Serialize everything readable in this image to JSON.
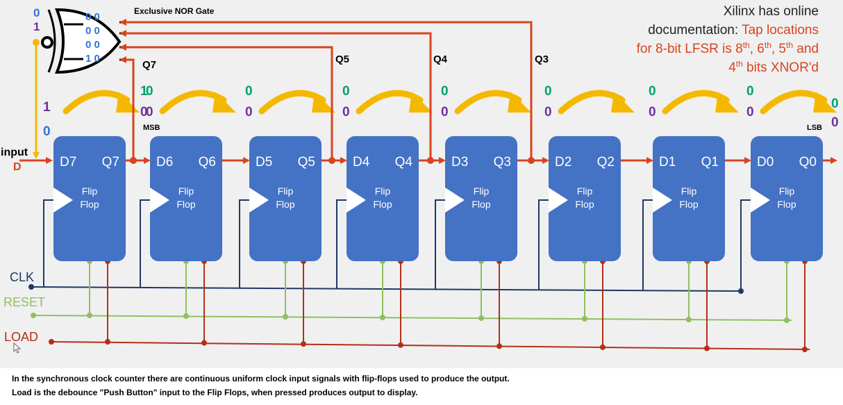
{
  "gate_title": "Exclusive NOR Gate",
  "gate_input_a": "0",
  "gate_input_b": "1",
  "gate_output_label": "Q7",
  "truth_rows": [
    "0 0",
    "0 0",
    "0 0",
    "1 0"
  ],
  "note": {
    "line1": "Xilinx has online",
    "line2_plain": "documentation:",
    "line2_accent": "Tap locations",
    "line3_pre": "for 8-bit LFSR is 8",
    "line3_sup1": "th",
    "line3_mid1": ", 6",
    "line3_sup2": "th",
    "line3_mid2": ", 5",
    "line3_sup3": "th",
    "line3_post": " and",
    "line4_pre": "4",
    "line4_sup": "th",
    "line4_post": " bits XNOR'd"
  },
  "tap_labels": [
    "Q5",
    "Q4",
    "Q3"
  ],
  "msb_label": "MSB",
  "lsb_label": "LSB",
  "input_label": "input",
  "d_label": "D",
  "feedback_values": [
    "1",
    "0"
  ],
  "flipflops": [
    {
      "d": "D7",
      "q": "Q7",
      "top": "1",
      "bottom": "0"
    },
    {
      "d": "D6",
      "q": "Q6",
      "top": "0",
      "bottom": "0"
    },
    {
      "d": "D5",
      "q": "Q5",
      "top": "0",
      "bottom": "0"
    },
    {
      "d": "D4",
      "q": "Q4",
      "top": "0",
      "bottom": "0"
    },
    {
      "d": "D3",
      "q": "Q3",
      "top": "0",
      "bottom": "0"
    },
    {
      "d": "D2",
      "q": "Q2",
      "top": "0",
      "bottom": "0"
    },
    {
      "d": "D1",
      "q": "Q1",
      "top": "0",
      "bottom": "0"
    },
    {
      "d": "D0",
      "q": "Q0",
      "top": "0",
      "bottom": "0"
    }
  ],
  "flipflop_text_1": "Flip",
  "flipflop_text_2": "Flop",
  "output_values": [
    "0",
    "0"
  ],
  "bus_labels": {
    "clk": "CLK",
    "reset": "RESET",
    "load": "LOAD"
  },
  "colors": {
    "ff_fill": "#4472c4",
    "red_wire": "#d9431e",
    "green": "#00a070",
    "purple": "#7030a0",
    "blue": "#2e75d6",
    "arrow": "#f5b800",
    "clk": "#1f3864",
    "reset": "#8fc060",
    "load": "#b52e18"
  },
  "captions": [
    "In the synchronous clock counter there are continuous uniform clock input signals with flip-flops used to produce the output.",
    "Load is the debounce \"Push Button\" input to the Flip Flops, when pressed produces output to display."
  ]
}
